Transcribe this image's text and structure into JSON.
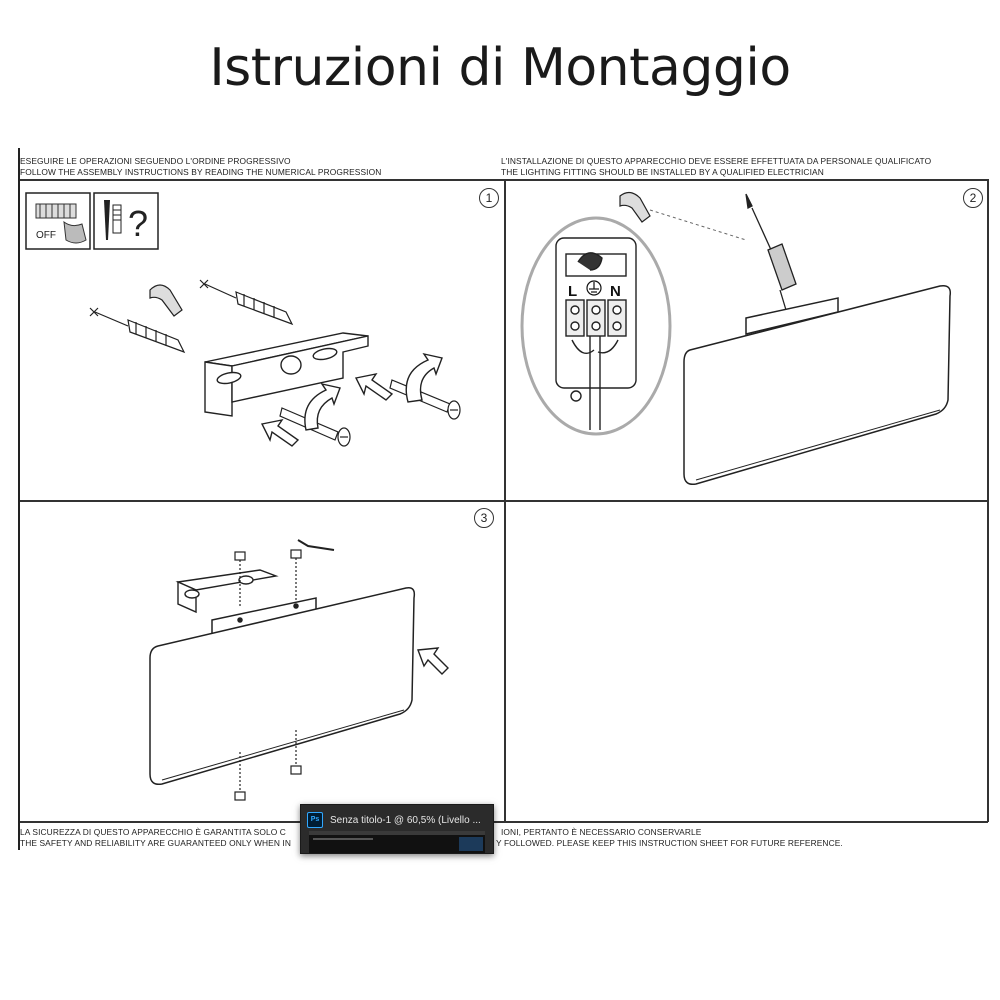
{
  "page": {
    "title": "Istruzioni di Montaggio"
  },
  "sheet": {
    "header_left_it": "ESEGUIRE LE OPERAZIONI SEGUENDO L'ORDINE PROGRESSIVO",
    "header_left_en": "FOLLOW THE ASSEMBLY INSTRUCTIONS BY READING THE NUMERICAL PROGRESSION",
    "header_right_it": "L'INSTALLAZIONE DI QUESTO APPARECCHIO DEVE ESSERE EFFETTUATA DA PERSONALE QUALIFICATO",
    "header_right_en": "THE LIGHTING FITTING SHOULD BE INSTALLED BY A QUALIFIED ELECTRICIAN",
    "footer_left_it": "LA SICUREZZA DI QUESTO APPARECCHIO È GARANTITA SOLO C",
    "footer_left_en": "THE SAFETY AND RELIABILITY ARE GUARANTEED ONLY WHEN IN",
    "footer_right_it": "IONI, PERTANTO È NECESSARIO CONSERVARLE",
    "footer_right_en": "Y FOLLOWED. PLEASE KEEP THIS INSTRUCTION SHEET FOR FUTURE REFERENCE.",
    "step1_number": "1",
    "step2_number": "2",
    "step3_number": "3",
    "switch_label": "OFF",
    "question_mark": "?",
    "terminal_L": "L",
    "terminal_N": "N"
  },
  "photoshop_popup": {
    "app_badge": "Ps",
    "window_label": "Senza titolo-1 @ 60,5% (Livello ..."
  }
}
